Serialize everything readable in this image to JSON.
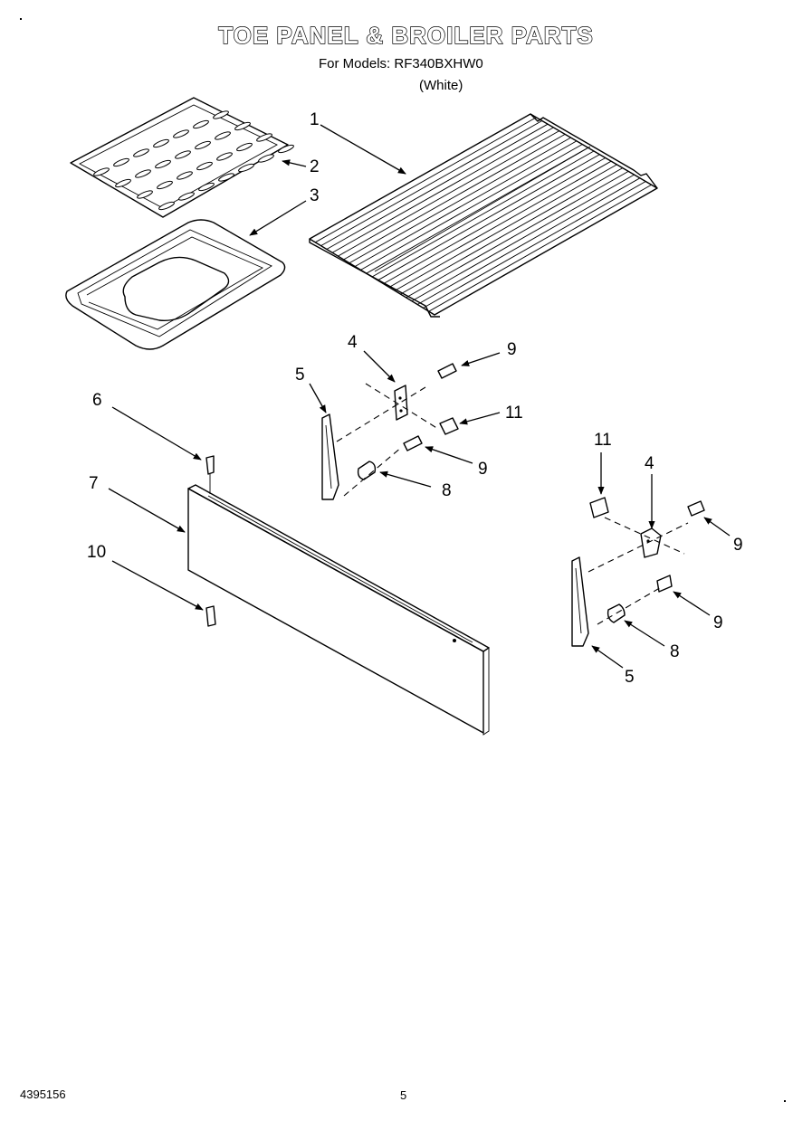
{
  "header": {
    "title": "TOE PANEL & BROILER PARTS",
    "subtitle": "For Models: RF340BXHW0",
    "variant": "(White)"
  },
  "callouts": [
    {
      "id": "c1",
      "label": "1"
    },
    {
      "id": "c2",
      "label": "2"
    },
    {
      "id": "c3",
      "label": "3"
    },
    {
      "id": "c4a",
      "label": "4"
    },
    {
      "id": "c5a",
      "label": "5"
    },
    {
      "id": "c9a",
      "label": "9"
    },
    {
      "id": "c11a",
      "label": "11"
    },
    {
      "id": "c9b",
      "label": "9"
    },
    {
      "id": "c8a",
      "label": "8"
    },
    {
      "id": "c6",
      "label": "6"
    },
    {
      "id": "c7",
      "label": "7"
    },
    {
      "id": "c10",
      "label": "10"
    },
    {
      "id": "c11b",
      "label": "11"
    },
    {
      "id": "c4b",
      "label": "4"
    },
    {
      "id": "c9c",
      "label": "9"
    },
    {
      "id": "c9d",
      "label": "9"
    },
    {
      "id": "c8b",
      "label": "8"
    },
    {
      "id": "c5b",
      "label": "5"
    }
  ],
  "footer": {
    "part_number": "4395156",
    "page": "5"
  }
}
